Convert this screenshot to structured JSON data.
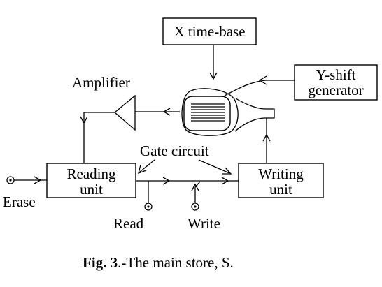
{
  "blocks": {
    "x_time_base": "X time-base",
    "y_shift_line1": "Y-shift",
    "y_shift_line2": "generator",
    "reading_line1": "Reading",
    "reading_line2": "unit",
    "writing_line1": "Writing",
    "writing_line2": "unit"
  },
  "labels": {
    "amplifier": "Amplifier",
    "gate_circuit": "Gate circuit",
    "erase": "Erase",
    "read": "Read",
    "write": "Write"
  },
  "caption": {
    "bold": "Fig. 3",
    "rest": ".-The main store, S."
  },
  "colors": {
    "ink": "#000000",
    "background": "#ffffff"
  }
}
